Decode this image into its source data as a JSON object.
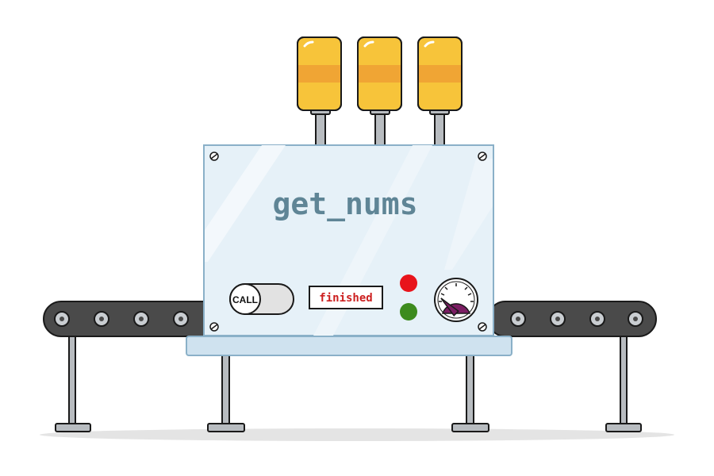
{
  "machine": {
    "function_name": "get_nums",
    "call_button_label": "CALL",
    "status_label": "finished",
    "lights": [
      {
        "name": "red",
        "color": "#e8141b",
        "on": true
      },
      {
        "name": "green",
        "color": "#3d8b1e",
        "on": true
      }
    ],
    "gauge_level": 0.25,
    "bulbs": 3
  },
  "colors": {
    "panel": "#e6f1f8",
    "panel_border": "#8ab0c8",
    "bulb": "#f7c43a",
    "bulb_band": "#f0a534",
    "belt": "#4a4a4a",
    "leg": "#b8bcc0",
    "gauge_needle": "#7b1d63"
  }
}
